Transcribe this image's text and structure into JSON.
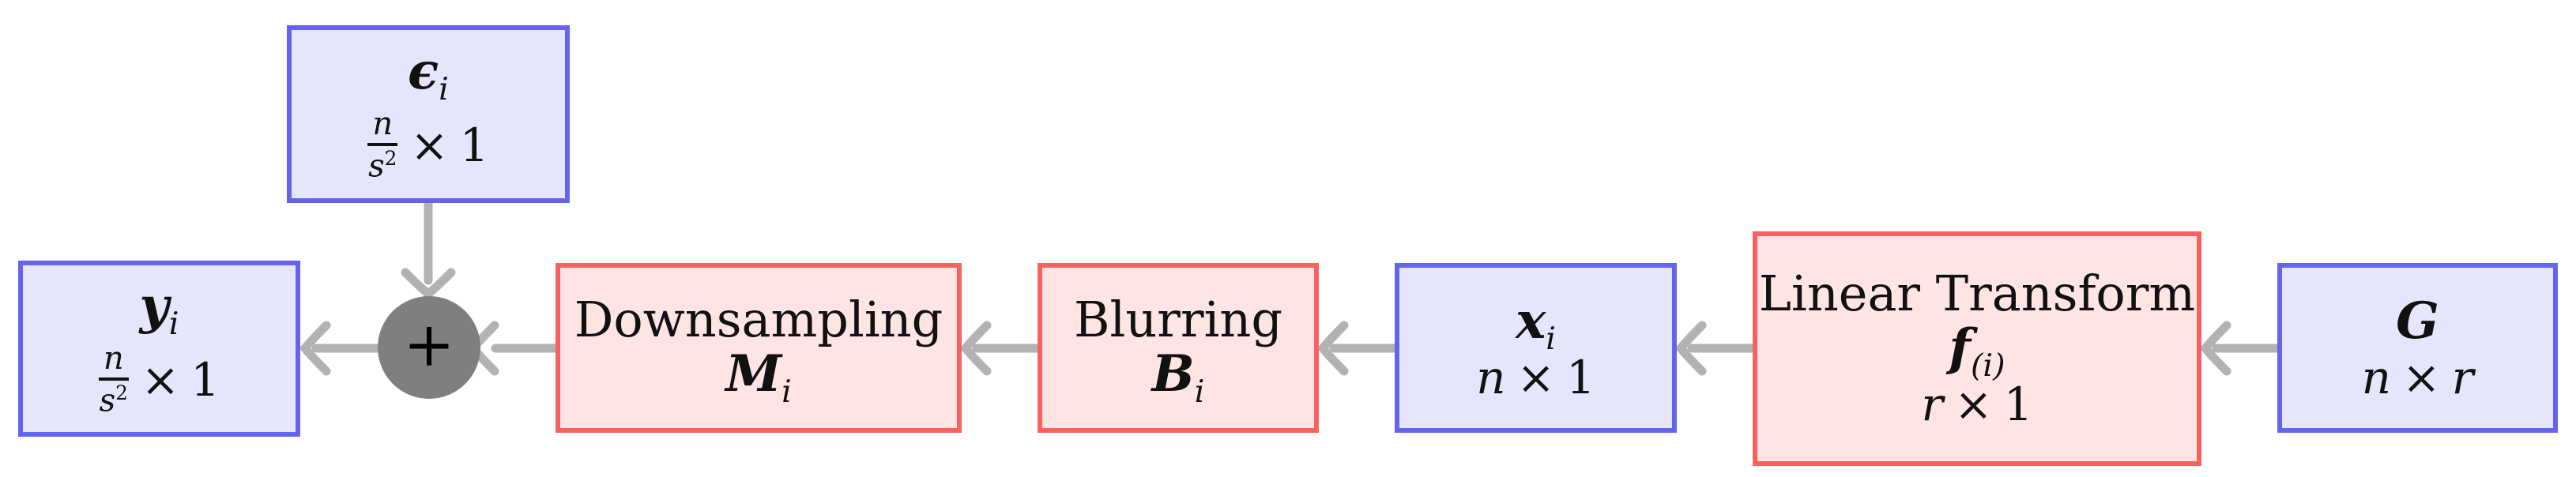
{
  "colors": {
    "blue_border": "#6464ef",
    "blue_fill": "#e5e5fb",
    "red_border": "#f96161",
    "red_fill": "#ffe4e4",
    "arrow": "#b2b2b2",
    "adder_fill": "#7f7f7f",
    "adder_text": "#000000"
  },
  "nodes": {
    "epsilon": {
      "symbol": "ϵ",
      "subscript": "i",
      "frac_num": "n",
      "frac_den": "s",
      "frac_den_exp": "2",
      "times_op": "×",
      "times_val": "1"
    },
    "y_output": {
      "symbol": "y",
      "subscript": "i",
      "frac_num": "n",
      "frac_den": "s",
      "frac_den_exp": "2",
      "times_op": "×",
      "times_val": "1"
    },
    "adder": {
      "label": "+"
    },
    "downsampling": {
      "title": "Downsampling",
      "symbol": "M",
      "subscript": "i"
    },
    "blurring": {
      "title": "Blurring",
      "symbol": "B",
      "subscript": "i"
    },
    "x_input": {
      "symbol": "x",
      "subscript": "i",
      "dim_left": "n",
      "dim_op": "×",
      "dim_right": "1"
    },
    "linear_transform": {
      "title": "Linear Transform",
      "symbol": "f",
      "subscript": "(i)",
      "dim_left": "r",
      "dim_op": "×",
      "dim_right": "1"
    },
    "g_matrix": {
      "symbol": "G",
      "dim_left": "n",
      "dim_op": "×",
      "dim_right": "r"
    }
  }
}
